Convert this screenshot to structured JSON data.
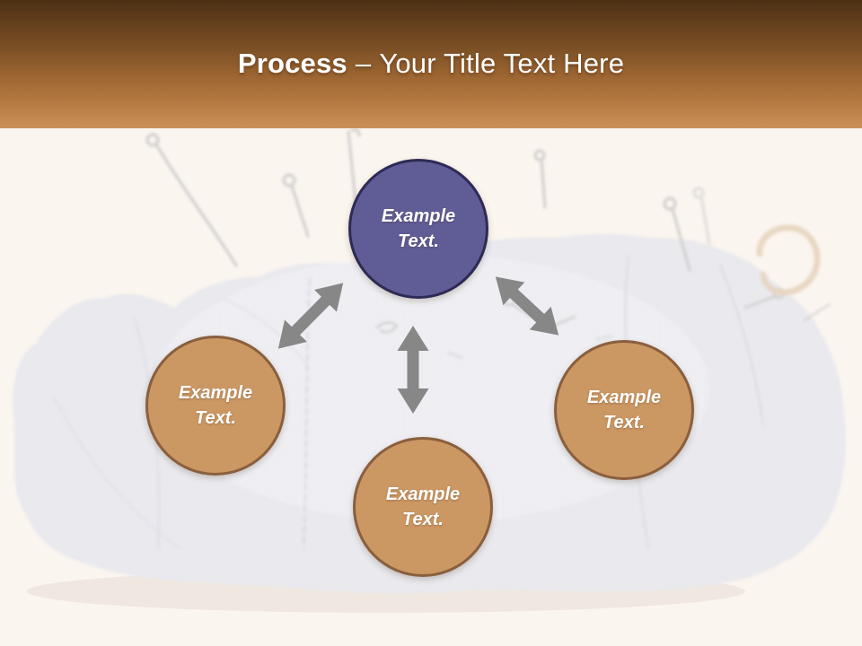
{
  "slide": {
    "title": {
      "bold": "Process",
      "separator": "–",
      "regular": "Your Title Text Here"
    },
    "background": {
      "description": "washed-out photo of a fabric pincushion sack with looped pins and a twine loop",
      "page_color": "#FBF5EF",
      "header_gradient_top": "#4C2F13",
      "header_gradient_bottom": "#CA9058",
      "fabric_color": "#E9E9EE",
      "pin_color": "#D2CFCE",
      "twine_color": "#E7D5BE"
    }
  },
  "diagram": {
    "type": "hub-and-spoke process",
    "arrow_color": "#878787",
    "nodes": [
      {
        "id": "top",
        "lines": [
          "Example",
          "Text."
        ],
        "fill": "#5F5C96",
        "border": "#2D2B55",
        "text_color": "#FFFFFF"
      },
      {
        "id": "left",
        "lines": [
          "Example",
          "Text."
        ],
        "fill": "#CB9763",
        "border": "#8A5F3D",
        "text_color": "#FFFFFF"
      },
      {
        "id": "bottom",
        "lines": [
          "Example",
          "Text."
        ],
        "fill": "#CB9763",
        "border": "#8A5F3D",
        "text_color": "#FFFFFF"
      },
      {
        "id": "right",
        "lines": [
          "Example",
          "Text."
        ],
        "fill": "#CB9763",
        "border": "#8A5F3D",
        "text_color": "#FFFFFF"
      }
    ],
    "connectors": [
      {
        "id": "top-to-left",
        "style": "double-headed"
      },
      {
        "id": "top-to-bottom",
        "style": "double-headed"
      },
      {
        "id": "top-to-right",
        "style": "double-headed"
      }
    ]
  }
}
